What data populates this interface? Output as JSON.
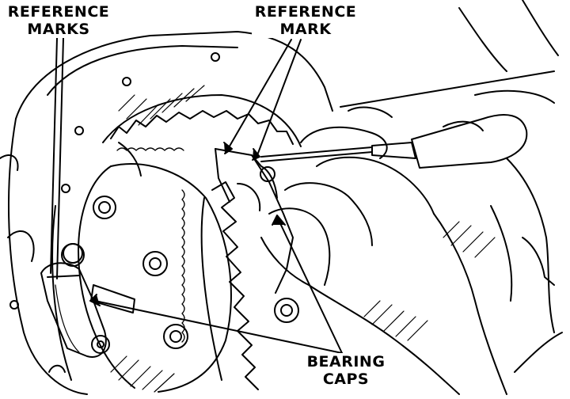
{
  "callouts": {
    "reference_marks": {
      "line1": "REFERENCE",
      "line2": "MARKS"
    },
    "reference_mark": {
      "line1": "REFERENCE",
      "line2": "MARK"
    },
    "bearing_caps": {
      "line1": "BEARING",
      "line2": "CAPS"
    }
  },
  "colors": {
    "ink": "#000000",
    "paper": "#ffffff"
  }
}
